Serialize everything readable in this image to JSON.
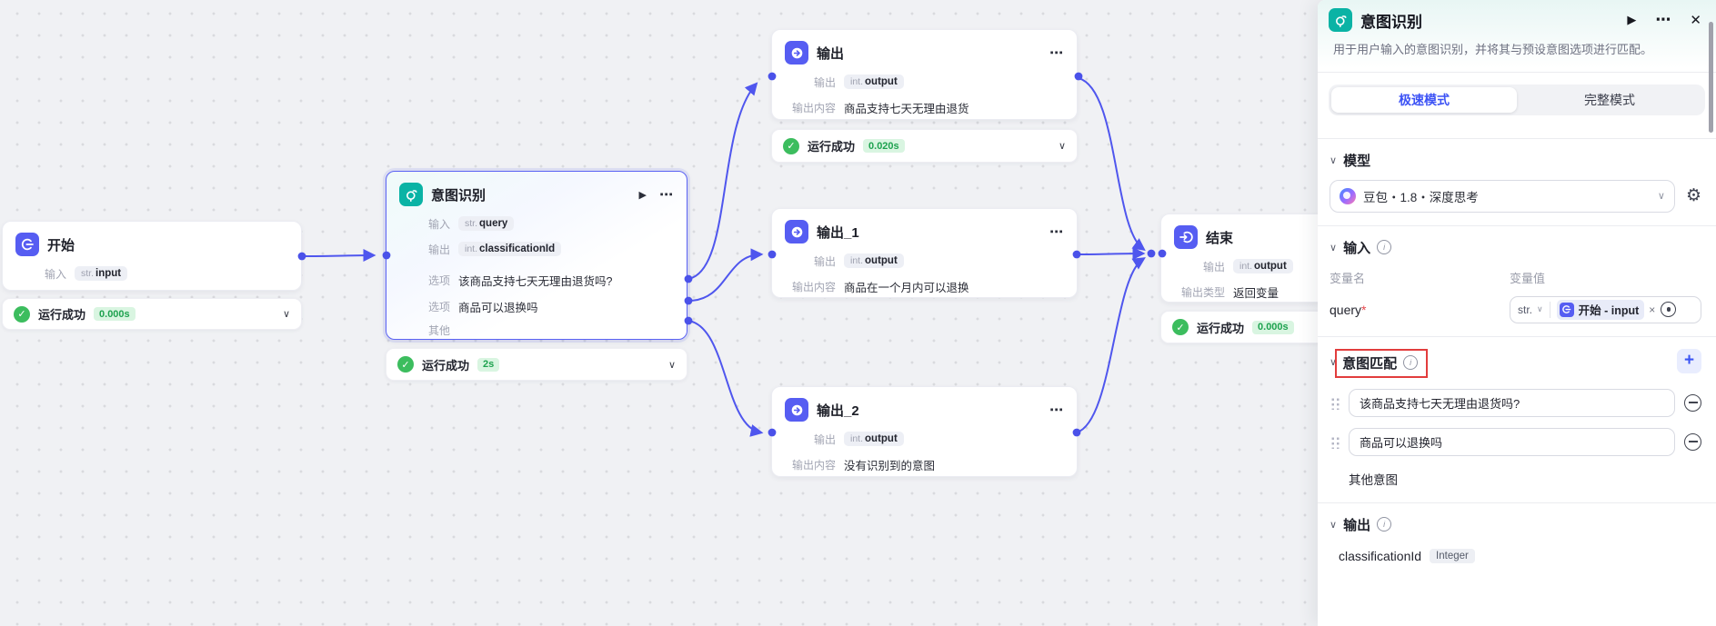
{
  "icons": {
    "play": "▶",
    "more": "⋯",
    "close": "✕",
    "check": "✓",
    "chevron_down": "∨",
    "plus": "+",
    "info": "i",
    "close_small": "×",
    "gear": "⚙"
  },
  "canvas": {
    "nodes": {
      "start": {
        "title": "开始",
        "input_label": "输入",
        "input_type": "str.",
        "input_name": "input",
        "status": {
          "label": "运行成功",
          "time": "0.000s"
        }
      },
      "intent": {
        "title": "意图识别",
        "rows": [
          {
            "label": "输入",
            "type": "str.",
            "name": "query"
          },
          {
            "label": "输出",
            "type": "int.",
            "name": "classificationId"
          }
        ],
        "options": [
          {
            "label": "选项",
            "text": "该商品支持七天无理由退货吗?"
          },
          {
            "label": "选项",
            "text": "商品可以退换吗"
          },
          {
            "label": "其他",
            "text": ""
          }
        ],
        "status": {
          "label": "运行成功",
          "time": "2s"
        }
      },
      "output": {
        "title": "输出",
        "out_label": "输出",
        "out_type": "int.",
        "out_name": "output",
        "content_label": "输出内容",
        "content": "商品支持七天无理由退货",
        "status": {
          "label": "运行成功",
          "time": "0.020s"
        }
      },
      "output1": {
        "title": "输出_1",
        "out_label": "输出",
        "out_type": "int.",
        "out_name": "output",
        "content_label": "输出内容",
        "content": "商品在一个月内可以退换"
      },
      "output2": {
        "title": "输出_2",
        "out_label": "输出",
        "out_type": "int.",
        "out_name": "output",
        "content_label": "输出内容",
        "content": "没有识别到的意图"
      },
      "end": {
        "title": "结束",
        "out_label": "输出",
        "out_type": "int.",
        "out_name": "output",
        "type_label": "输出类型",
        "type_value": "返回变量",
        "status": {
          "label": "运行成功",
          "time": "0.000s"
        }
      }
    }
  },
  "panel": {
    "title": "意图识别",
    "description": "用于用户输入的意图识别，并将其与预设意图选项进行匹配。",
    "tabs": {
      "fast": "极速模式",
      "full": "完整模式"
    },
    "model": {
      "title": "模型",
      "value": "豆包・1.8・深度思考"
    },
    "input": {
      "title": "输入",
      "col_name": "变量名",
      "col_value": "变量值",
      "row": {
        "name": "query",
        "required": "*",
        "type": "str.",
        "ref": "开始 - input"
      }
    },
    "intent_match": {
      "title": "意图匹配",
      "items": [
        "该商品支持七天无理由退货吗?",
        "商品可以退换吗"
      ],
      "other": "其他意图"
    },
    "output": {
      "title": "输出",
      "field": {
        "name": "classificationId",
        "type": "Integer"
      }
    }
  },
  "colors": {
    "accent": "#4f56ee",
    "node_indigo": "#565df2",
    "node_teal": "#0ab3a5",
    "success": "#3cbd5e",
    "annotation_red": "#e23d3d"
  }
}
